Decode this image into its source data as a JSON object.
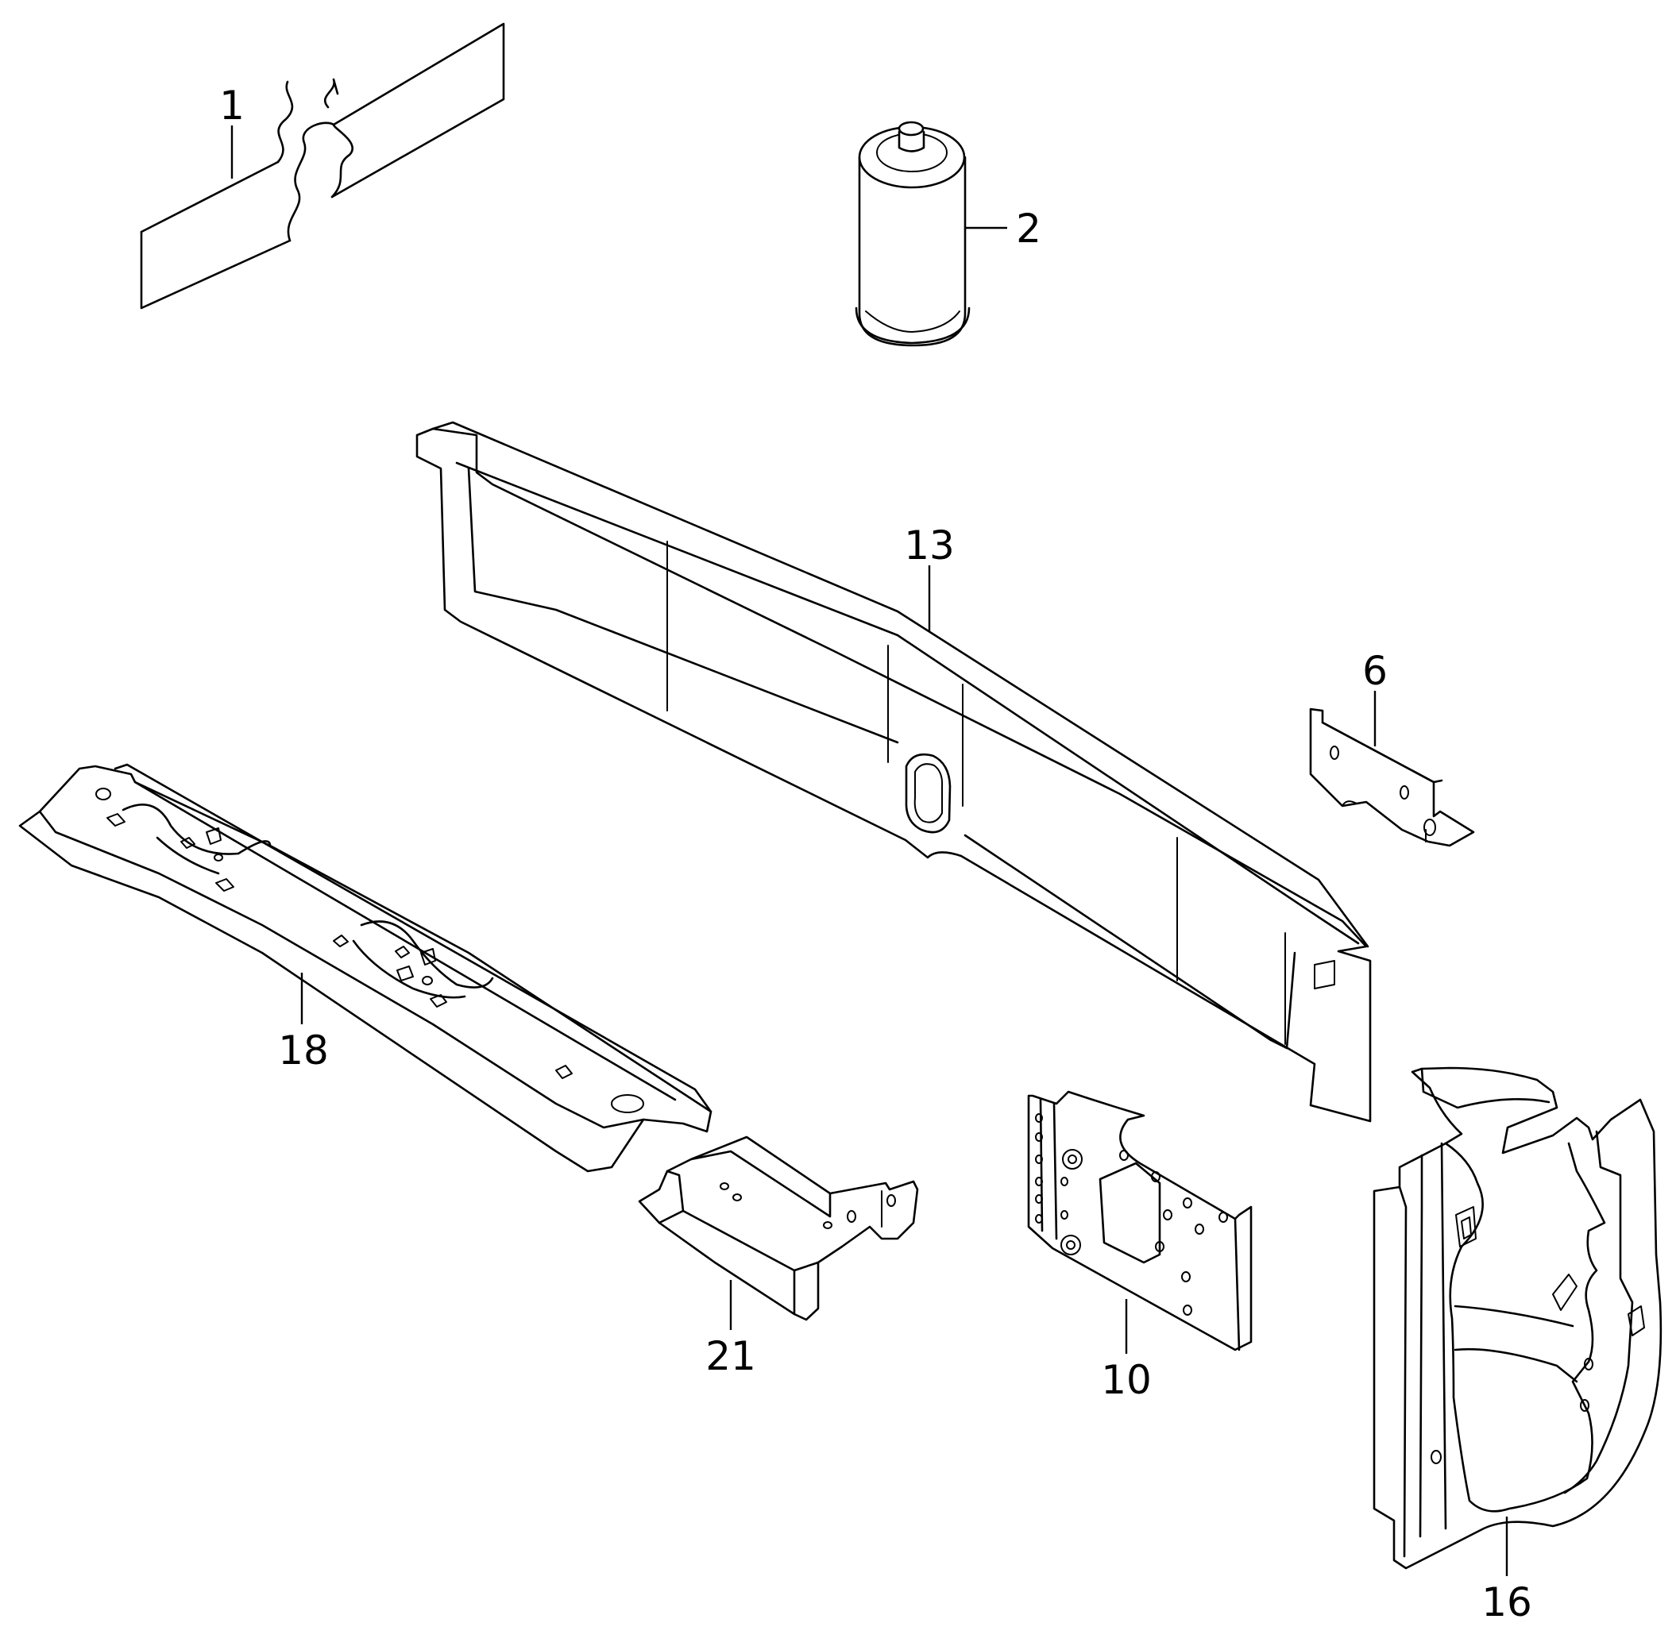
{
  "callouts": [
    {
      "id": "1",
      "label": "1"
    },
    {
      "id": "2",
      "label": "2"
    },
    {
      "id": "6",
      "label": "6"
    },
    {
      "id": "10",
      "label": "10"
    },
    {
      "id": "13",
      "label": "13"
    },
    {
      "id": "16",
      "label": "16"
    },
    {
      "id": "18",
      "label": "18"
    },
    {
      "id": "21",
      "label": "21"
    }
  ]
}
